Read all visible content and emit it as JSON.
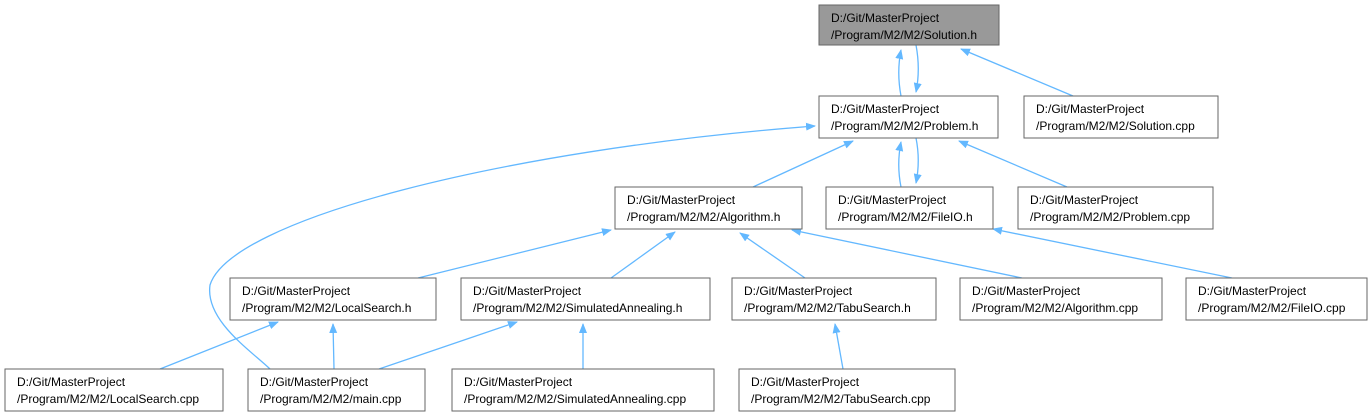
{
  "colors": {
    "edge": "#63b8ff",
    "node_border": "#666666",
    "node_fill": "#ffffff",
    "root_fill": "#999999"
  },
  "nodes": [
    {
      "id": "solution_h",
      "lines": [
        "D:/Git/MasterProject",
        "/Program/M2/M2/Solution.h"
      ]
    },
    {
      "id": "problem_h",
      "lines": [
        "D:/Git/MasterProject",
        "/Program/M2/M2/Problem.h"
      ]
    },
    {
      "id": "solution_cpp",
      "lines": [
        "D:/Git/MasterProject",
        "/Program/M2/M2/Solution.cpp"
      ]
    },
    {
      "id": "algorithm_h",
      "lines": [
        "D:/Git/MasterProject",
        "/Program/M2/M2/Algorithm.h"
      ]
    },
    {
      "id": "fileio_h",
      "lines": [
        "D:/Git/MasterProject",
        "/Program/M2/M2/FileIO.h"
      ]
    },
    {
      "id": "problem_cpp",
      "lines": [
        "D:/Git/MasterProject",
        "/Program/M2/M2/Problem.cpp"
      ]
    },
    {
      "id": "localsearch_h",
      "lines": [
        "D:/Git/MasterProject",
        "/Program/M2/M2/LocalSearch.h"
      ]
    },
    {
      "id": "simann_h",
      "lines": [
        "D:/Git/MasterProject",
        "/Program/M2/M2/SimulatedAnnealing.h"
      ]
    },
    {
      "id": "tabu_h",
      "lines": [
        "D:/Git/MasterProject",
        "/Program/M2/M2/TabuSearch.h"
      ]
    },
    {
      "id": "algorithm_cpp",
      "lines": [
        "D:/Git/MasterProject",
        "/Program/M2/M2/Algorithm.cpp"
      ]
    },
    {
      "id": "fileio_cpp",
      "lines": [
        "D:/Git/MasterProject",
        "/Program/M2/M2/FileIO.cpp"
      ]
    },
    {
      "id": "localsearch_cpp",
      "lines": [
        "D:/Git/MasterProject",
        "/Program/M2/M2/LocalSearch.cpp"
      ]
    },
    {
      "id": "main_cpp",
      "lines": [
        "D:/Git/MasterProject",
        "/Program/M2/M2/main.cpp"
      ]
    },
    {
      "id": "simann_cpp",
      "lines": [
        "D:/Git/MasterProject",
        "/Program/M2/M2/SimulatedAnnealing.cpp"
      ]
    },
    {
      "id": "tabu_cpp",
      "lines": [
        "D:/Git/MasterProject",
        "/Program/M2/M2/TabuSearch.cpp"
      ]
    }
  ],
  "edges": [
    {
      "from": "problem_h",
      "to": "solution_h"
    },
    {
      "from": "solution_h",
      "to": "problem_h"
    },
    {
      "from": "solution_cpp",
      "to": "solution_h"
    },
    {
      "from": "algorithm_h",
      "to": "problem_h"
    },
    {
      "from": "fileio_h",
      "to": "problem_h"
    },
    {
      "from": "problem_h",
      "to": "fileio_h"
    },
    {
      "from": "problem_cpp",
      "to": "problem_h"
    },
    {
      "from": "main_cpp",
      "to": "problem_h"
    },
    {
      "from": "localsearch_h",
      "to": "algorithm_h"
    },
    {
      "from": "simann_h",
      "to": "algorithm_h"
    },
    {
      "from": "tabu_h",
      "to": "algorithm_h"
    },
    {
      "from": "algorithm_cpp",
      "to": "algorithm_h"
    },
    {
      "from": "fileio_cpp",
      "to": "fileio_h"
    },
    {
      "from": "localsearch_cpp",
      "to": "localsearch_h"
    },
    {
      "from": "main_cpp",
      "to": "localsearch_h"
    },
    {
      "from": "main_cpp",
      "to": "simann_h"
    },
    {
      "from": "simann_cpp",
      "to": "simann_h"
    },
    {
      "from": "tabu_cpp",
      "to": "tabu_h"
    }
  ]
}
